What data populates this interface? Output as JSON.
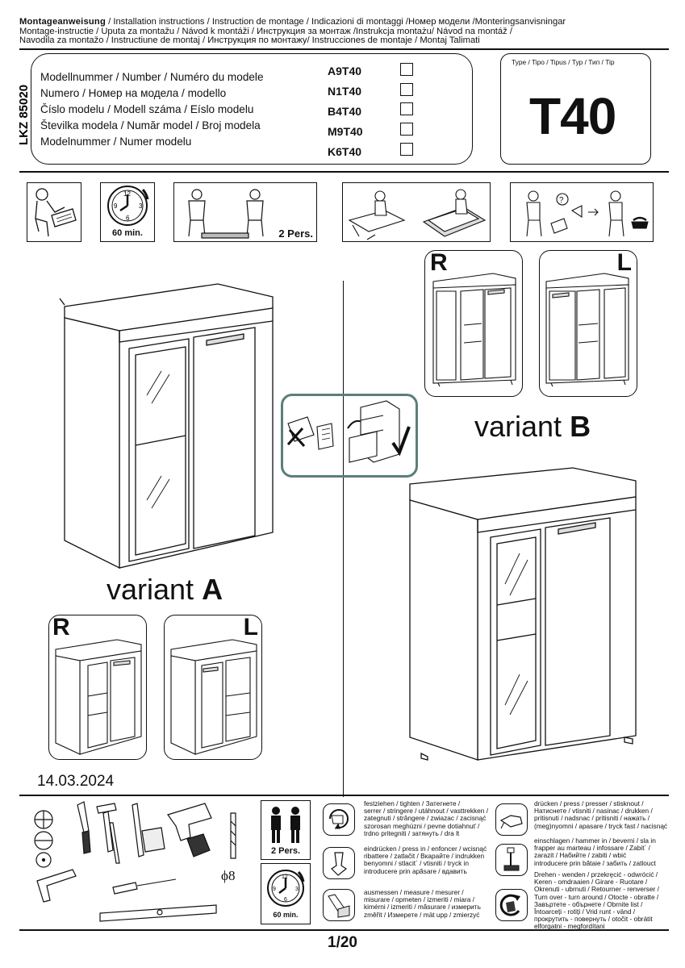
{
  "header": {
    "title_bold": "Montageanweisung",
    "title_rest": " / Installation instructions / Instruction de montage / Indicazioni di montaggi /Номер модели /Monteringsanvisningar",
    "line2": "Montage-instructie / Uputa za montažu / Návod k montáži / Инструкция за монтаж /Instrukcja montażu/ Návod na montáž /",
    "line3": "Navodila za montažo / Instructiune de montaj / Инструкция по монтажу/ Instrucciones de montaje / Montaj Talimati"
  },
  "doc_code": "LKZ 85020",
  "model_labels": [
    "Modellnummer / Number / Numéro du modele",
    "Numero /  Номер на модела / modello",
    "Číslo modelu / Modell száma / Eíslo modelu",
    "Številka modela / Număr model / Broj modela",
    "Modelnummer / Numer modelu"
  ],
  "model_codes": [
    "A9T40",
    "N1T40",
    "B4T40",
    "M9T40",
    "K6T40"
  ],
  "type_label": "Type / Tipo / Tipus / Typ / Тип   / Tip",
  "type_value": "T40",
  "info_icons": {
    "time_label": "60 min.",
    "persons_label": "2 Pers.",
    "clock_numbers": [
      "12",
      "3",
      "6",
      "9"
    ]
  },
  "variants": {
    "a_word": "variant ",
    "a_letter": "A",
    "b_word": "variant ",
    "b_letter": "B",
    "right": "R",
    "left": "L"
  },
  "date": "14.03.2024",
  "tools": {
    "drill_bit": "ϕ8",
    "persons_label": "2 Pers.",
    "time_label": "60 min."
  },
  "legend": {
    "tighten": "festziehen / tighten / Затегнете /\nserrer / stringere / utáhnout / vasttrekken /\nzategnuti / strângere / zwiazac / zacisnąć\nszorosan meghúzni / pevne dotiahnuť /\ntrdno pritegniti / затянуть / dra lt",
    "press_in": "eindrücken / press in / enfoncer / wcisnąć\nribattere / zatlačit / Вкарайте / indrukken\nbenyomni / stlacit´ / vtisniti / tryck in\nintroducere prin apăsare / вдавить",
    "measure": "ausmessen / measure / mesurer /\nmisurare / opmeten / izmeriti / miara /\nkimérni / izmeriti / măsurare / измерить\nzměřit / Измерете / mät upp / zmierzyć",
    "press": "drücken / press / presser / stisknout /\nНатиснете / vtisniti / nasinac / drukken /\npritisnuti / nadsnac / pritisniti / нажать /\n(meg)nyomni / apasare / tryck fast / nacisnąć",
    "hammer_in": "einschlagen / hammer in / beverni / sla in\nfrapper au marteau / infossare / Zabit´ /\nzarazit / Набийте / zabiti / wbić\nintroducere prin bătaie / забить / zatlouct",
    "turn": "Drehen - wenden / przekręcić - odwrócić /\nKeren - omdraaien / Girare - Ruotare /\nOkrenuti - ubrnuti / Retourner - renverser /\nTurn over - turn around / Otocte - obratte /\nЗавъртете - обърнете / Obrnite list /\nÎntoarceți - rotiți / Vrid runt - vänd /\nпрокрутить - повернуть / otočit - obrátit\nelforgatni - megfordítani"
  },
  "page_number": "1/20"
}
